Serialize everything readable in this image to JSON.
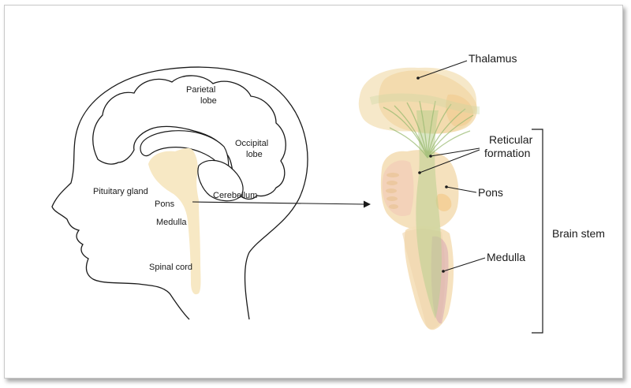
{
  "head_labels": {
    "parietal_lobe": [
      "Parietal",
      "lobe"
    ],
    "occipital_lobe": [
      "Occipital",
      "lobe"
    ],
    "pituitary_gland": "Pituitary gland",
    "pons": "Pons",
    "cerebellum": "Cerebellum",
    "medulla": "Medulla",
    "spinal_cord": "Spinal cord"
  },
  "brainstem_labels": {
    "thalamus": "Thalamus",
    "reticular_formation": [
      "Reticular",
      "formation"
    ],
    "pons": "Pons",
    "medulla": "Medulla",
    "brain_stem": "Brain stem"
  },
  "colors": {
    "outline": "#1a1a1a",
    "brainstem_fill": "#f7e8c4",
    "thalamus_fill": "#f3d9a8",
    "reticular_fill": "#b9cf8f",
    "medulla_core": "#d7a7b3"
  }
}
